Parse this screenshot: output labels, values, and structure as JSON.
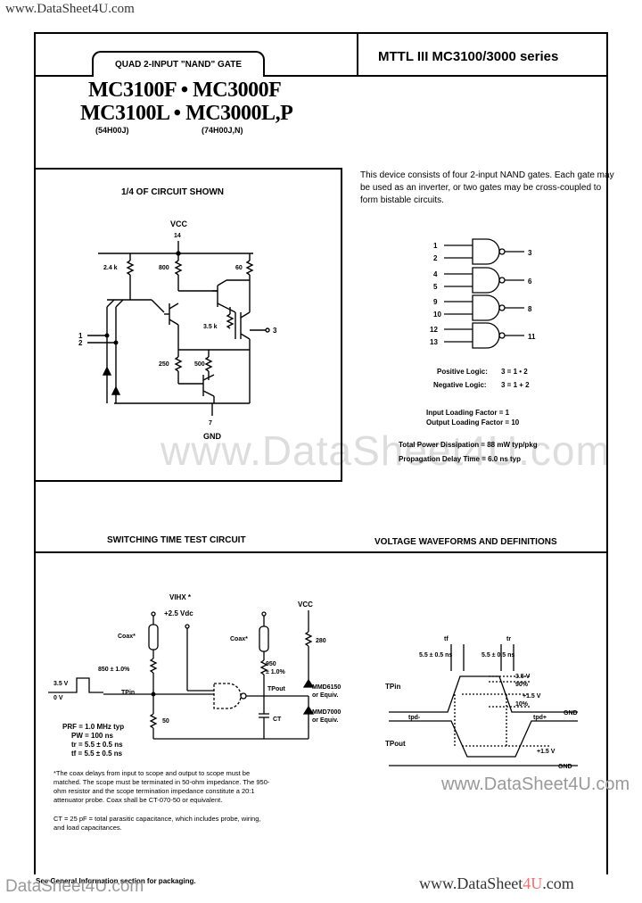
{
  "watermarks": {
    "top_left": "www.DataSheet4U.com",
    "center": "www.DataSheet4U.com",
    "mid_right": "www.DataSheet4U.com",
    "bottom_left": "DataSheet4U.com",
    "bottom_right_prefix": "www.DataSheet",
    "bottom_right_accent": "4U",
    "bottom_right_suffix": ".com"
  },
  "header": {
    "series": "MTTL III MC3100/3000 series",
    "tab_label": "QUAD 2-INPUT \"NAND\" GATE",
    "part_line1": "MC3100F • MC3000F",
    "part_line2": "MC3100L • MC3000L,P",
    "sub_left": "(54H00J)",
    "sub_right": "(74H00J,N)"
  },
  "description": "This device consists of four 2-input NAND gates. Each gate may be used as an inverter, or two gates may be cross-coupled to form bistable circuits.",
  "circuit": {
    "title": "1/4 OF CIRCUIT SHOWN",
    "vcc_label": "VCC",
    "vcc_pin": "14",
    "gnd_label": "GND",
    "gnd_pin": "7",
    "in1_pin": "1",
    "in2_pin": "2",
    "out_pin": "3",
    "r_24k": "2.4 k",
    "r_800a": "800",
    "r_60": "60",
    "r_35k": "3.5 k",
    "r_250": "250",
    "r_500": "500"
  },
  "pinout": {
    "gates": [
      {
        "inputs": [
          "1",
          "2"
        ],
        "output": "3"
      },
      {
        "inputs": [
          "4",
          "5"
        ],
        "output": "6"
      },
      {
        "inputs": [
          "9",
          "10"
        ],
        "output": "8"
      },
      {
        "inputs": [
          "12",
          "13"
        ],
        "output": "11"
      }
    ],
    "positive_logic_label": "Positive Logic:",
    "positive_logic_expr": "3 = 1 • 2",
    "negative_logic_label": "Negative Logic:",
    "negative_logic_expr": "3 = 1 + 2"
  },
  "specs": {
    "input_loading": "Input Loading Factor = 1",
    "output_loading": "Output Loading Factor = 10",
    "power": "Total Power Dissipation = 88 mW typ/pkg",
    "delay": "Propagation Delay Time = 6.0 ns typ"
  },
  "test_circuit": {
    "title": "SWITCHING TIME TEST CIRCUIT",
    "vihx": "VIHX *",
    "vihx_val": "+2.5 Vdc",
    "vcc": "VCC",
    "coax1": "Coax*",
    "coax2": "Coax*",
    "r_850": "850 ± 1.0%",
    "r_950": "950",
    "r_950b": "± 1.0%",
    "r_280": "280",
    "r_50": "50",
    "pulse_hi": "3.5 V",
    "pulse_lo": "0 V",
    "tp_in": "TPin",
    "tp_out": "TPout",
    "ct": "CT",
    "diode1": "MMD6150",
    "diode1_b": "or Equiv.",
    "diode2": "MMD7000",
    "diode2_b": "or Equiv.",
    "prf": "PRF = 1.0 MHz typ",
    "pw": "PW = 100 ns",
    "tr": "tr = 5.5 ± 0.5 ns",
    "tf": "tf = 5.5 ± 0.5 ns",
    "note1": "*The coax delays from input to scope and output to scope must be matched. The scope must be terminated in 50-ohm impedance. The 950-ohm resistor and the scope termination impedance constitute a 20:1 attenuator probe. Coax shall be CT-070-50 or equivalent.",
    "note2": "CT = 25 pF = total parasitic capacitance, which includes probe, wiring, and load capacitances."
  },
  "waveforms": {
    "title": "VOLTAGE WAVEFORMS AND DEFINITIONS",
    "tf": "tf",
    "tr": "tr",
    "tf_val": "5.5 ± 0.5 ns",
    "tr_val": "5.5 ± 0.5 ns",
    "v35": "3.5 V",
    "p90": "90%",
    "v15": "+1.5 V",
    "p10": "10%",
    "gnd1": "GND",
    "tpin": "TPin",
    "tpout": "TPout",
    "tpd_l": "tpd-",
    "tpd_r": "tpd+",
    "v15b": "+1.5 V",
    "gnd2": "GND"
  },
  "footer": "See General Information section for packaging."
}
